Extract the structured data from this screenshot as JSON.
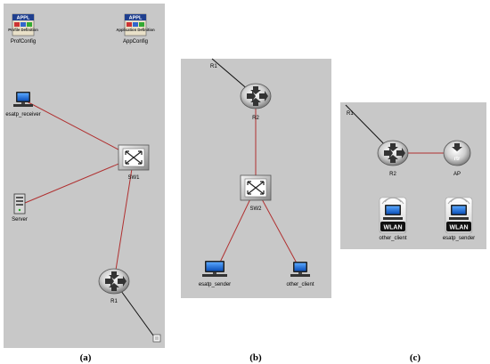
{
  "panel_a": {
    "profile_tag": "APPL",
    "profile_sub": "Profile Definition",
    "profile_label": "ProfConfig",
    "app_tag": "APPL",
    "app_sub": "Application Definition",
    "app_label": "AppConfig",
    "receiver_label": "esatp_receiver",
    "server_label": "Server",
    "switch_label": "SW1",
    "router_label": "R1",
    "caption": "(a)"
  },
  "panel_b": {
    "link_label": "R1",
    "router_label": "R2",
    "switch_label": "SW2",
    "sender_label": "esatp_sender",
    "client_label": "other_client",
    "caption": "(b)"
  },
  "panel_c": {
    "link_label": "R1",
    "router_label": "R2",
    "ap_label": "AP",
    "ap_text": "rtr",
    "other_client_label": "other_client",
    "sender_label": "esatp_sender",
    "wlan_text": "WLAN",
    "caption": "(c)"
  },
  "colors": {
    "panel_bg": "#c8c8c8",
    "link_red": "#b03030",
    "link_black": "#111111"
  }
}
